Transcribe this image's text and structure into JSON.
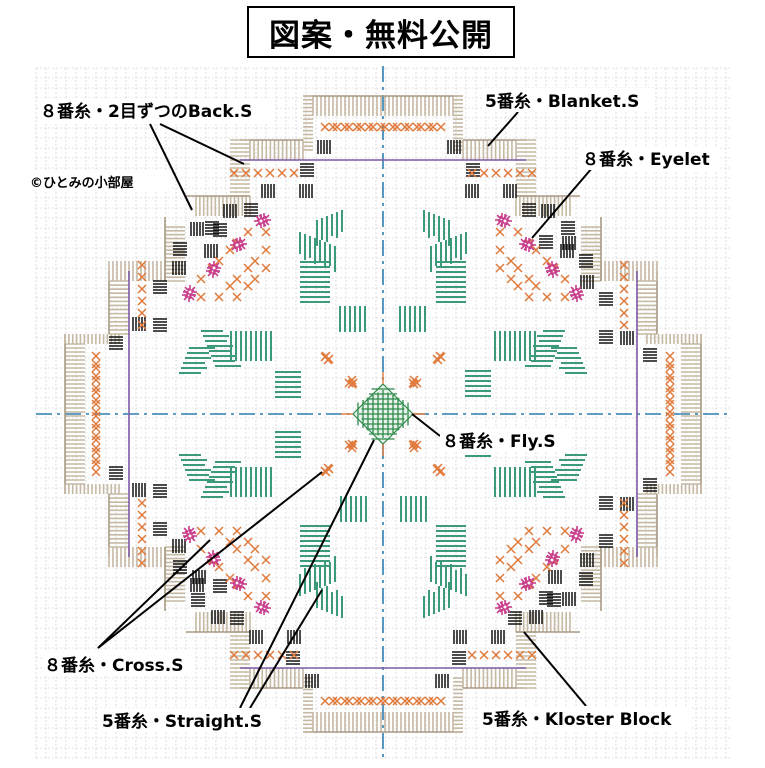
{
  "title": "図案・無料公開",
  "copyright": "©ひとみの小部屋",
  "labels": {
    "back_stitch": "８番糸・2目ずつのBack.S",
    "blanket_stitch": "5番糸・Blanket.S",
    "eyelet": "８番糸・Eyelet",
    "fly_stitch": "８番糸・Fly.S",
    "cross_stitch": "８番糸・Cross.S",
    "straight_stitch": "5番糸・Straight.S",
    "kloster_block": "5番糸・Kloster Block"
  },
  "colors": {
    "grid": "#c8c8c8",
    "center_line": "#2e7fb0",
    "blanket": "#c6b9a3",
    "blanket_edge": "#a89a84",
    "kloster": "#111111",
    "back_stitch": "#7c5aa6",
    "cross": "#e07a3c",
    "eyelet": "#c83c8c",
    "straight": "#3a9a7a",
    "fly": "#2e8a4a"
  }
}
